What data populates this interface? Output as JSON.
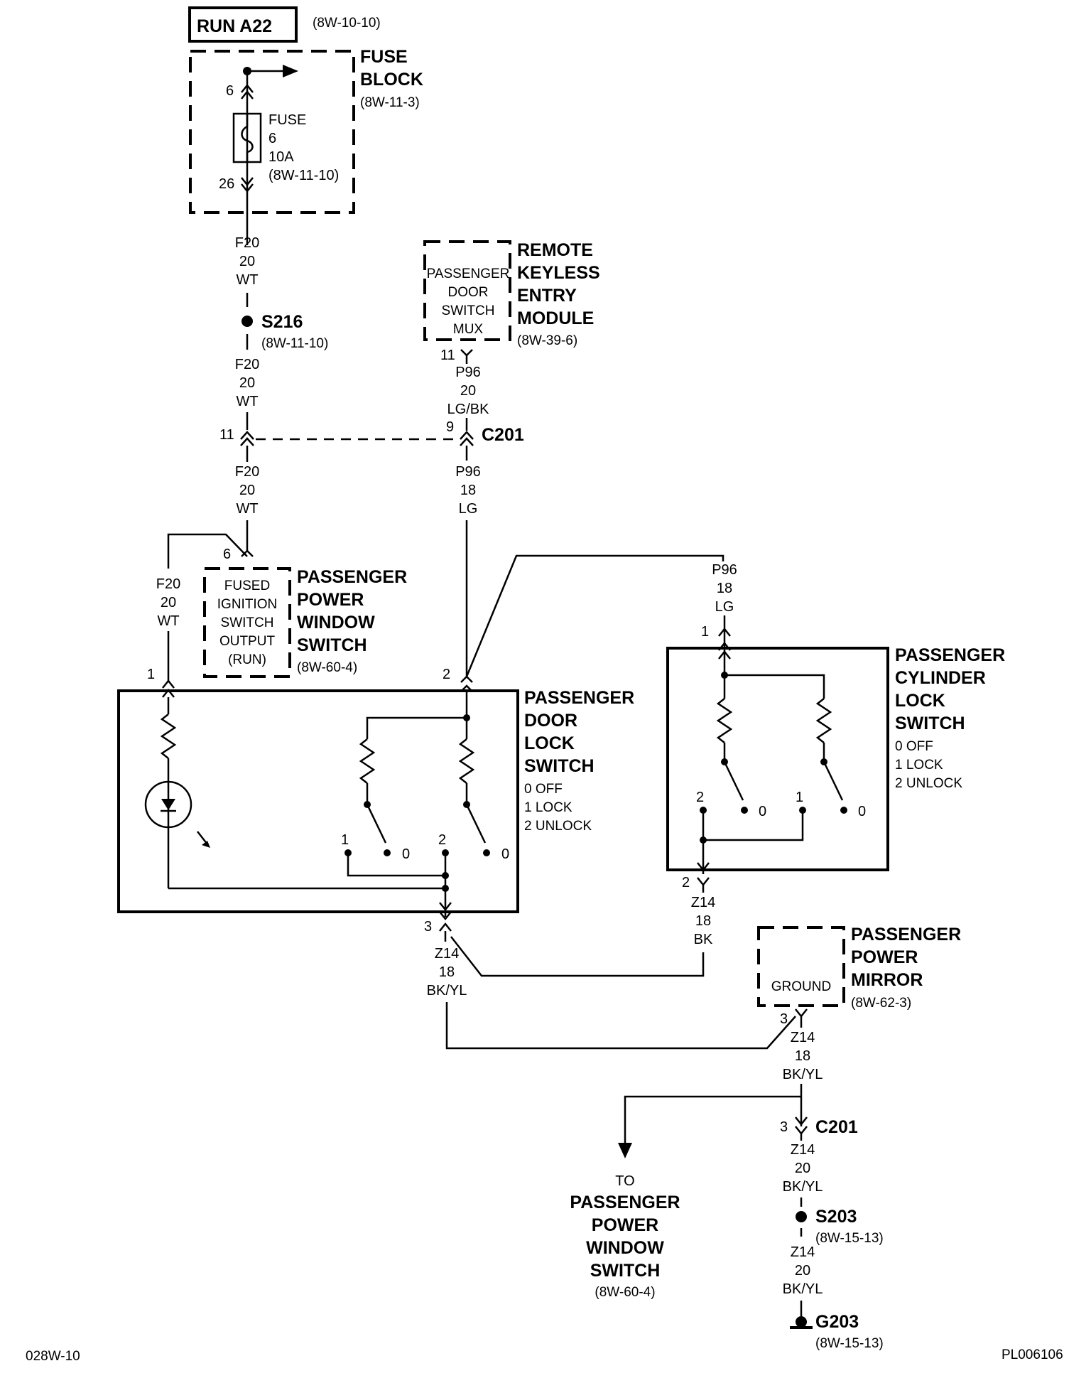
{
  "title_box": "RUN A22",
  "title_ref": "(8W-10-10)",
  "fuse_block": {
    "line1": "FUSE",
    "line2": "BLOCK",
    "ref": "(8W-11-3)",
    "pin_top": "6",
    "pin_bottom": "26",
    "fuse_l1": "FUSE",
    "fuse_l2": "6",
    "fuse_l3": "10A",
    "fuse_ref": "(8W-11-10)"
  },
  "wire_f20": {
    "circuit": "F20",
    "gauge": "20",
    "color": "WT"
  },
  "splice_s216": {
    "name": "S216",
    "ref": "(8W-11-10)"
  },
  "rke": {
    "line1": "REMOTE",
    "line2": "KEYLESS",
    "line3": "ENTRY",
    "line4": "MODULE",
    "ref": "(8W-39-6)",
    "inner1": "PASSENGER",
    "inner2": "DOOR",
    "inner3": "SWITCH",
    "inner4": "MUX",
    "pin": "11"
  },
  "wire_p96_20": {
    "circuit": "P96",
    "gauge": "20",
    "color": "LG/BK"
  },
  "c201_top": {
    "name": "C201",
    "pin_left": "11",
    "pin_right": "9"
  },
  "wire_p96_18": {
    "circuit": "P96",
    "gauge": "18",
    "color": "LG"
  },
  "ppw_switch": {
    "line1": "PASSENGER",
    "line2": "POWER",
    "line3": "WINDOW",
    "line4": "SWITCH",
    "ref": "(8W-60-4)",
    "inner1": "FUSED",
    "inner2": "IGNITION",
    "inner3": "SWITCH",
    "inner4": "OUTPUT",
    "inner5": "(RUN)",
    "pin": "6"
  },
  "door_lock": {
    "line1": "PASSENGER",
    "line2": "DOOR",
    "line3": "LOCK",
    "line4": "SWITCH",
    "pos0": "0 OFF",
    "pos1": "1 LOCK",
    "pos2": "2 UNLOCK",
    "pin1": "1",
    "pin2": "2",
    "pin3": "3",
    "sw1": "1",
    "sw0a": "0",
    "sw2": "2",
    "sw0b": "0"
  },
  "cyl_lock": {
    "line1": "PASSENGER",
    "line2": "CYLINDER",
    "line3": "LOCK",
    "line4": "SWITCH",
    "pos0": "0 OFF",
    "pos1": "1 LOCK",
    "pos2": "2 UNLOCK",
    "pin1": "1",
    "pin2": "2",
    "sw2": "2",
    "sw0a": "0",
    "sw1": "1",
    "sw0b": "0"
  },
  "wire_z14_18_bk": {
    "circuit": "Z14",
    "gauge": "18",
    "color": "BK"
  },
  "wire_z14_18_bkyl": {
    "circuit": "Z14",
    "gauge": "18",
    "color": "BK/YL"
  },
  "mirror": {
    "line1": "PASSENGER",
    "line2": "POWER",
    "line3": "MIRROR",
    "ref": "(8W-62-3)",
    "inner": "GROUND",
    "pin": "3"
  },
  "c201_bottom": {
    "name": "C201",
    "pin": "3"
  },
  "wire_z14_20_bkyl": {
    "circuit": "Z14",
    "gauge": "20",
    "color": "BK/YL"
  },
  "splice_s203": {
    "name": "S203",
    "ref": "(8W-15-13)"
  },
  "ground_g203": {
    "name": "G203",
    "ref": "(8W-15-13)"
  },
  "to_ppw": {
    "line1": "TO",
    "line2": "PASSENGER",
    "line3": "POWER",
    "line4": "WINDOW",
    "line5": "SWITCH",
    "ref": "(8W-60-4)"
  },
  "footer_left": "028W-10",
  "footer_right": "PL006106"
}
